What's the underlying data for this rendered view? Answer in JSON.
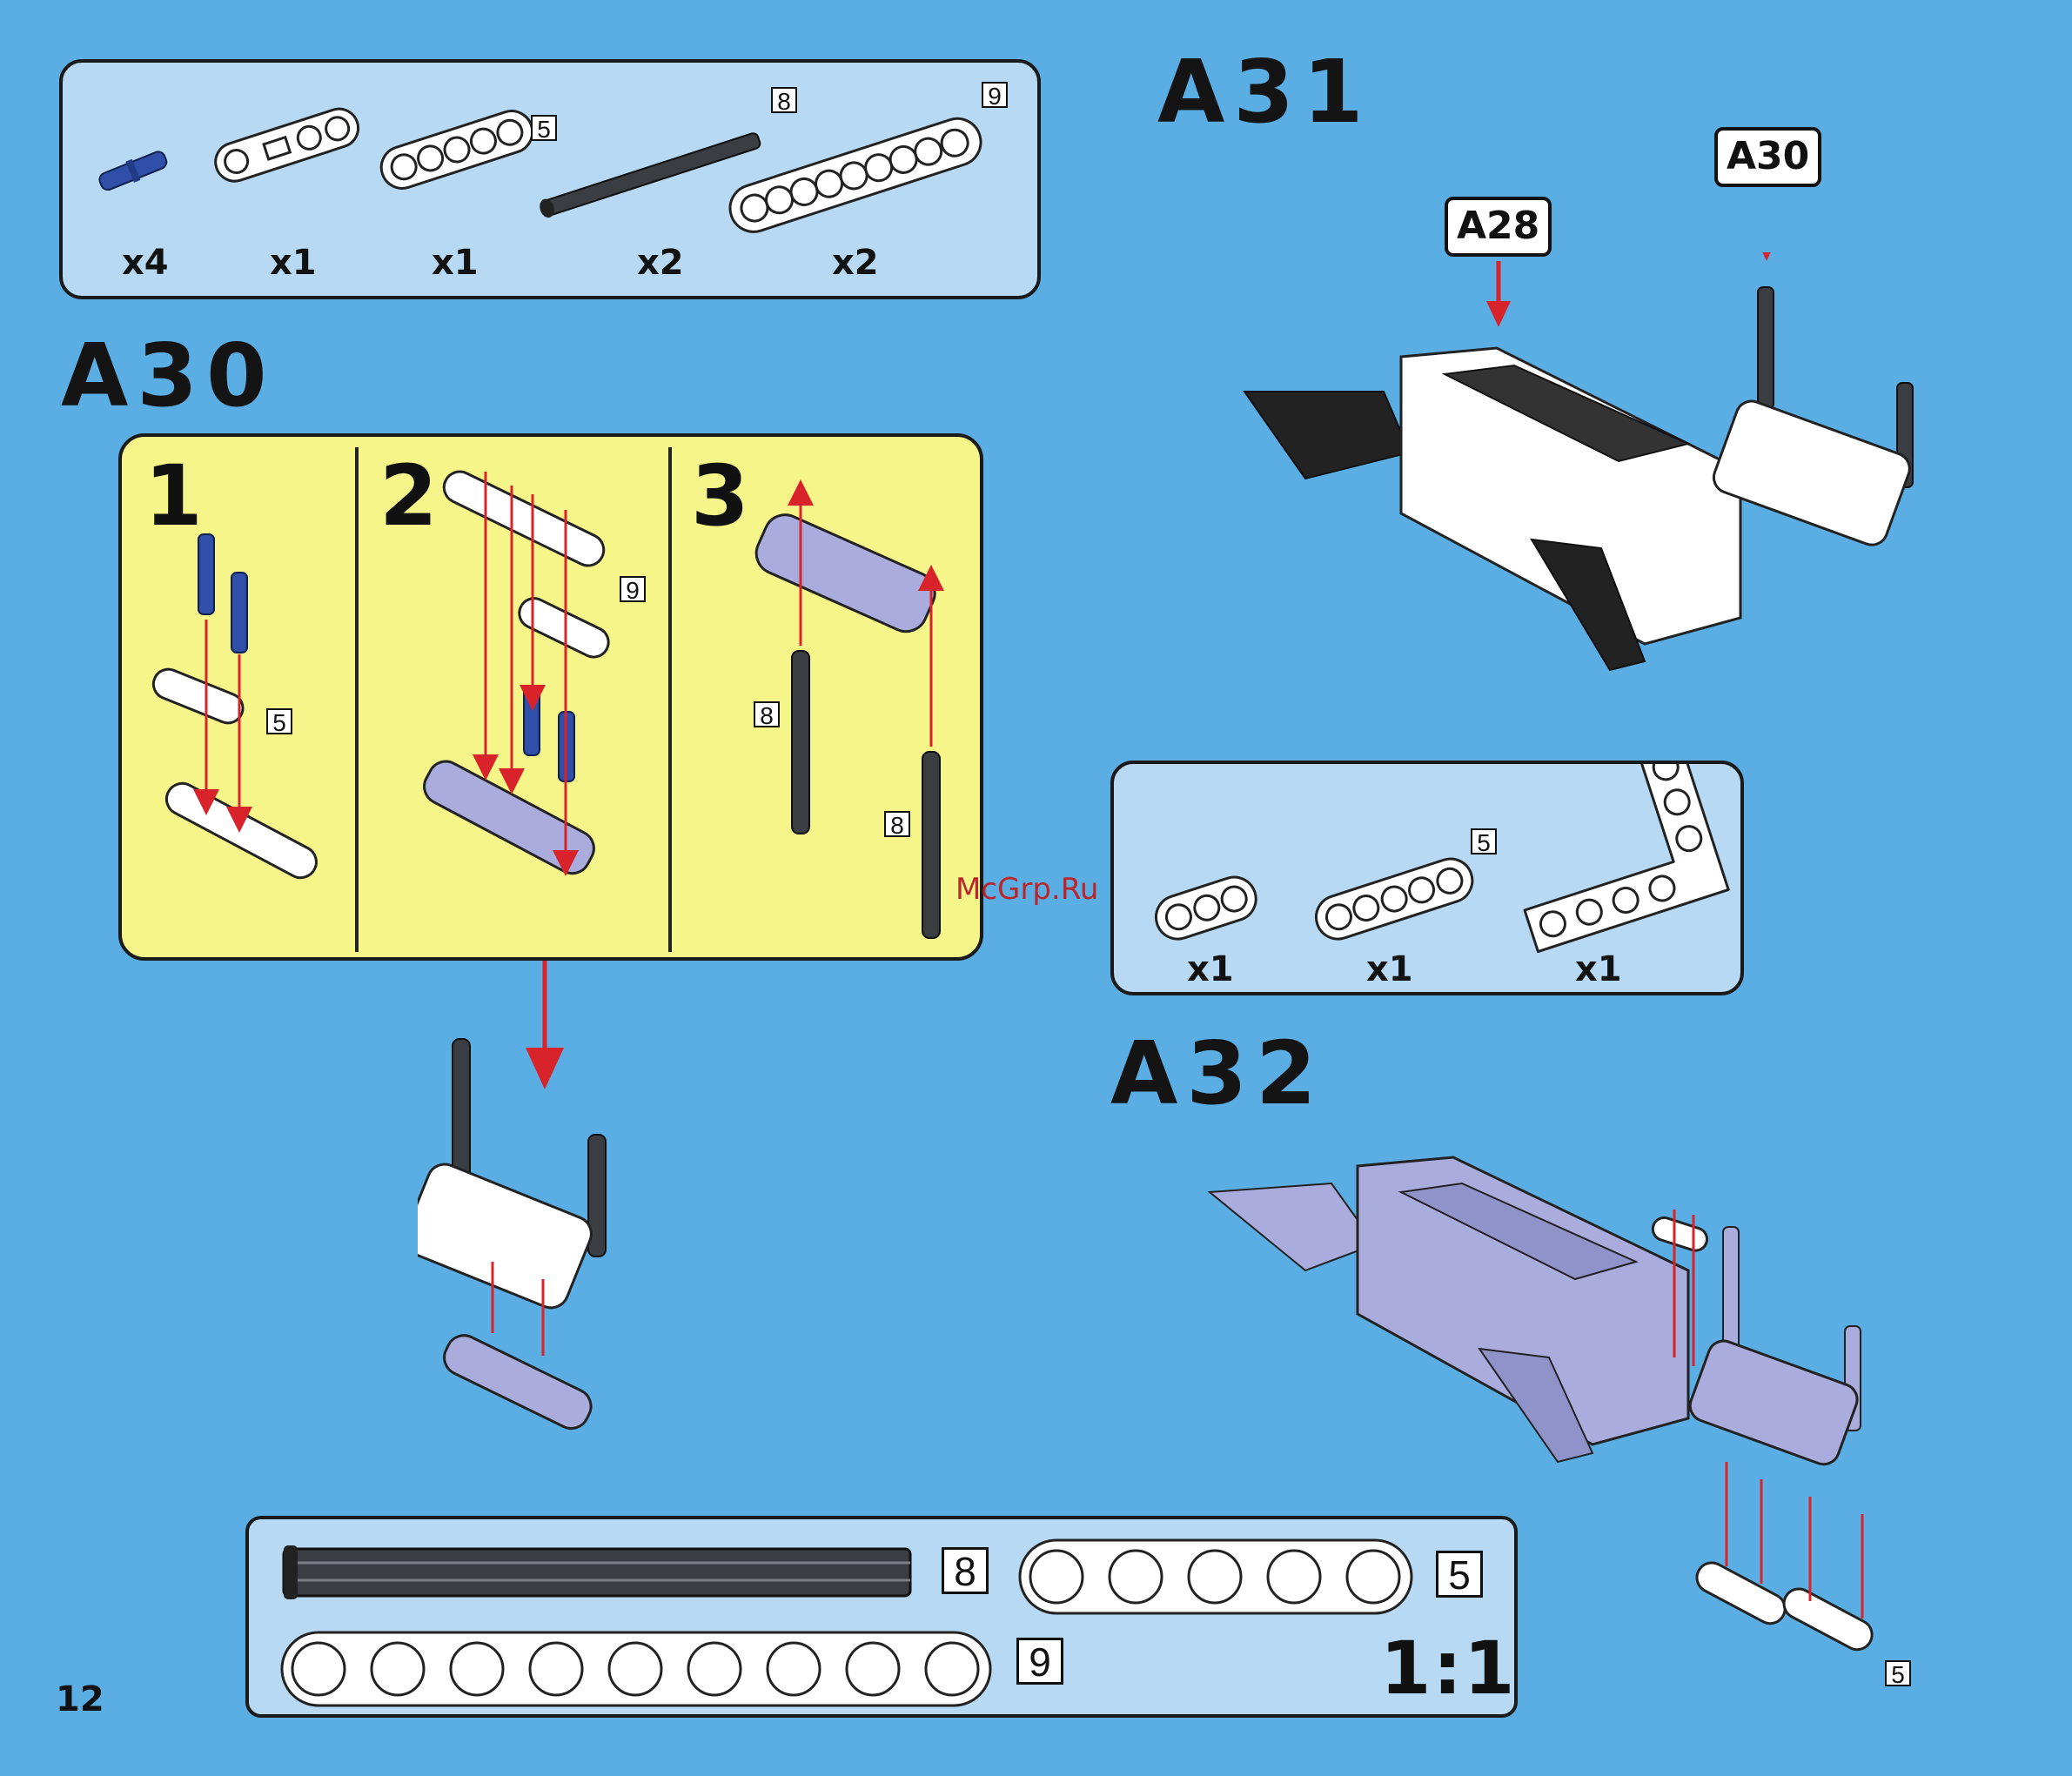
{
  "page_number": "12",
  "watermark": "McGrp.Ru",
  "parts_a30": {
    "items": [
      {
        "qty": "x4",
        "size": ""
      },
      {
        "qty": "x1",
        "size": ""
      },
      {
        "qty": "x1",
        "size": "5"
      },
      {
        "qty": "x2",
        "size": "8"
      },
      {
        "qty": "x2",
        "size": "9"
      }
    ]
  },
  "steps_a30": {
    "title": "A30",
    "steps": [
      {
        "num": "1",
        "sizes": [
          "5"
        ]
      },
      {
        "num": "2",
        "sizes": [
          "9"
        ]
      },
      {
        "num": "3",
        "sizes": [
          "8",
          "8"
        ]
      }
    ]
  },
  "a31": {
    "title": "A31",
    "callouts": [
      "A28",
      "A30"
    ]
  },
  "parts_a32": {
    "items": [
      {
        "qty": "x1",
        "size": ""
      },
      {
        "qty": "x1",
        "size": "5"
      },
      {
        "qty": "x1",
        "size": ""
      }
    ]
  },
  "a32": {
    "title": "A32",
    "size": "5"
  },
  "ruler": {
    "axle_size": "8",
    "beam5_size": "5",
    "beam9_size": "9",
    "scale": "1:1"
  },
  "colors": {
    "background": "#5aaee3",
    "parts_panel": "#b8d9f3",
    "steps_panel": "#f6f58a",
    "arrow": "#d8232a",
    "pin_blue": "#2f4fa8",
    "part_white": "#ffffff",
    "part_lavender": "#a9acdc",
    "axle_dark": "#3a3d42"
  }
}
